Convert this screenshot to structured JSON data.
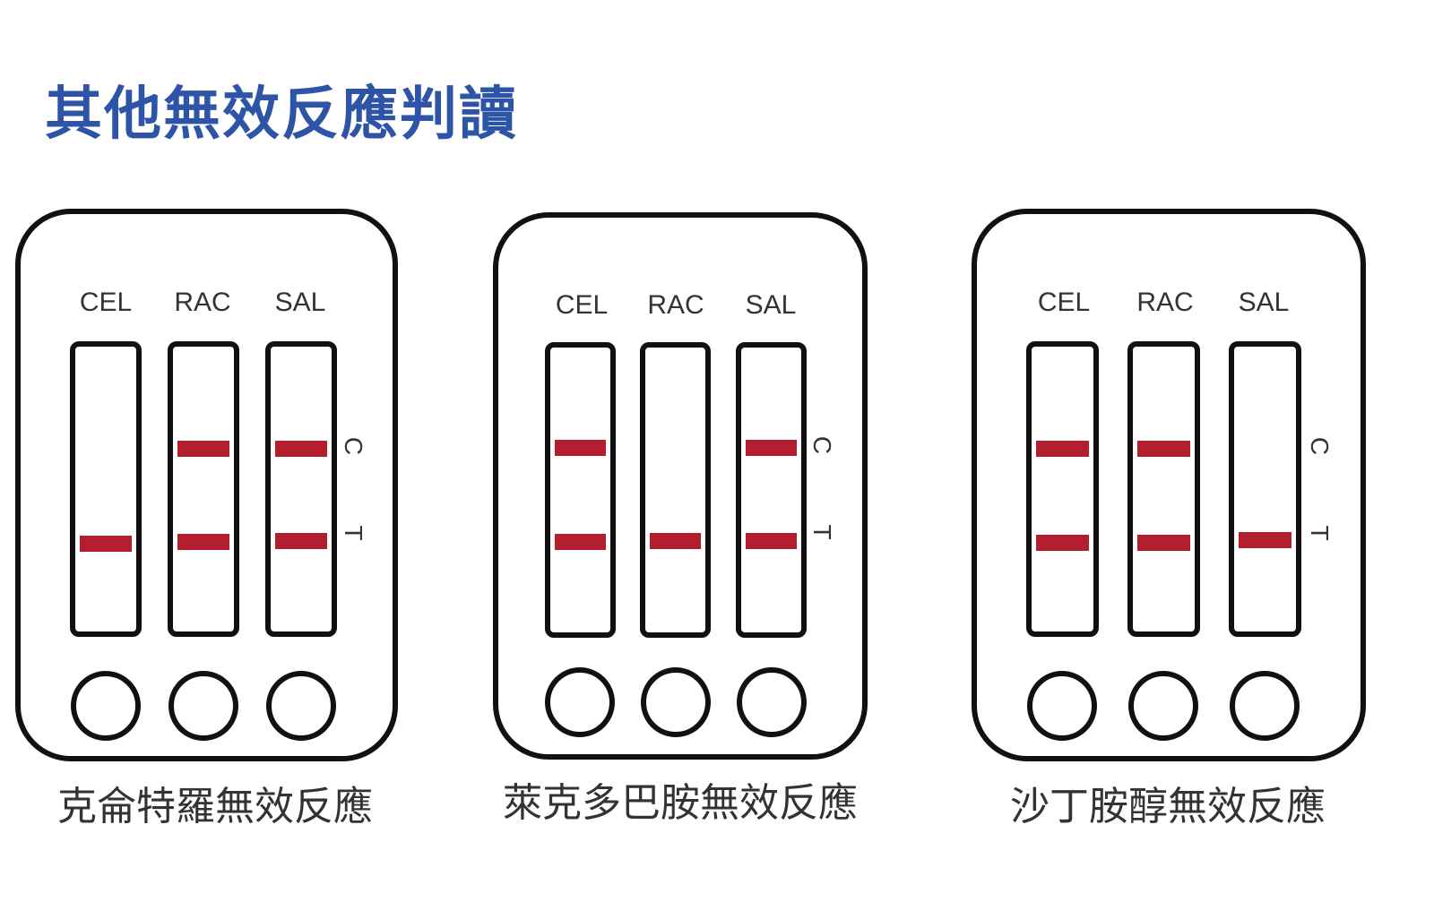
{
  "title": "其他無效反應判讀",
  "markers": {
    "control": "C",
    "test": "T"
  },
  "colors": {
    "title": "#2e54a8",
    "band": "#b31f2e",
    "outline": "#111111"
  },
  "cassettes": [
    {
      "caption": "克侖特羅無效反應",
      "lanes": [
        {
          "label": "CEL",
          "control_line": false,
          "test_line": true
        },
        {
          "label": "RAC",
          "control_line": true,
          "test_line": true
        },
        {
          "label": "SAL",
          "control_line": true,
          "test_line": true
        }
      ]
    },
    {
      "caption": "萊克多巴胺無效反應",
      "lanes": [
        {
          "label": "CEL",
          "control_line": true,
          "test_line": true
        },
        {
          "label": "RAC",
          "control_line": false,
          "test_line": true
        },
        {
          "label": "SAL",
          "control_line": true,
          "test_line": true
        }
      ]
    },
    {
      "caption": "沙丁胺醇無效反應",
      "lanes": [
        {
          "label": "CEL",
          "control_line": true,
          "test_line": true
        },
        {
          "label": "RAC",
          "control_line": true,
          "test_line": true
        },
        {
          "label": "SAL",
          "control_line": false,
          "test_line": true
        }
      ]
    }
  ]
}
